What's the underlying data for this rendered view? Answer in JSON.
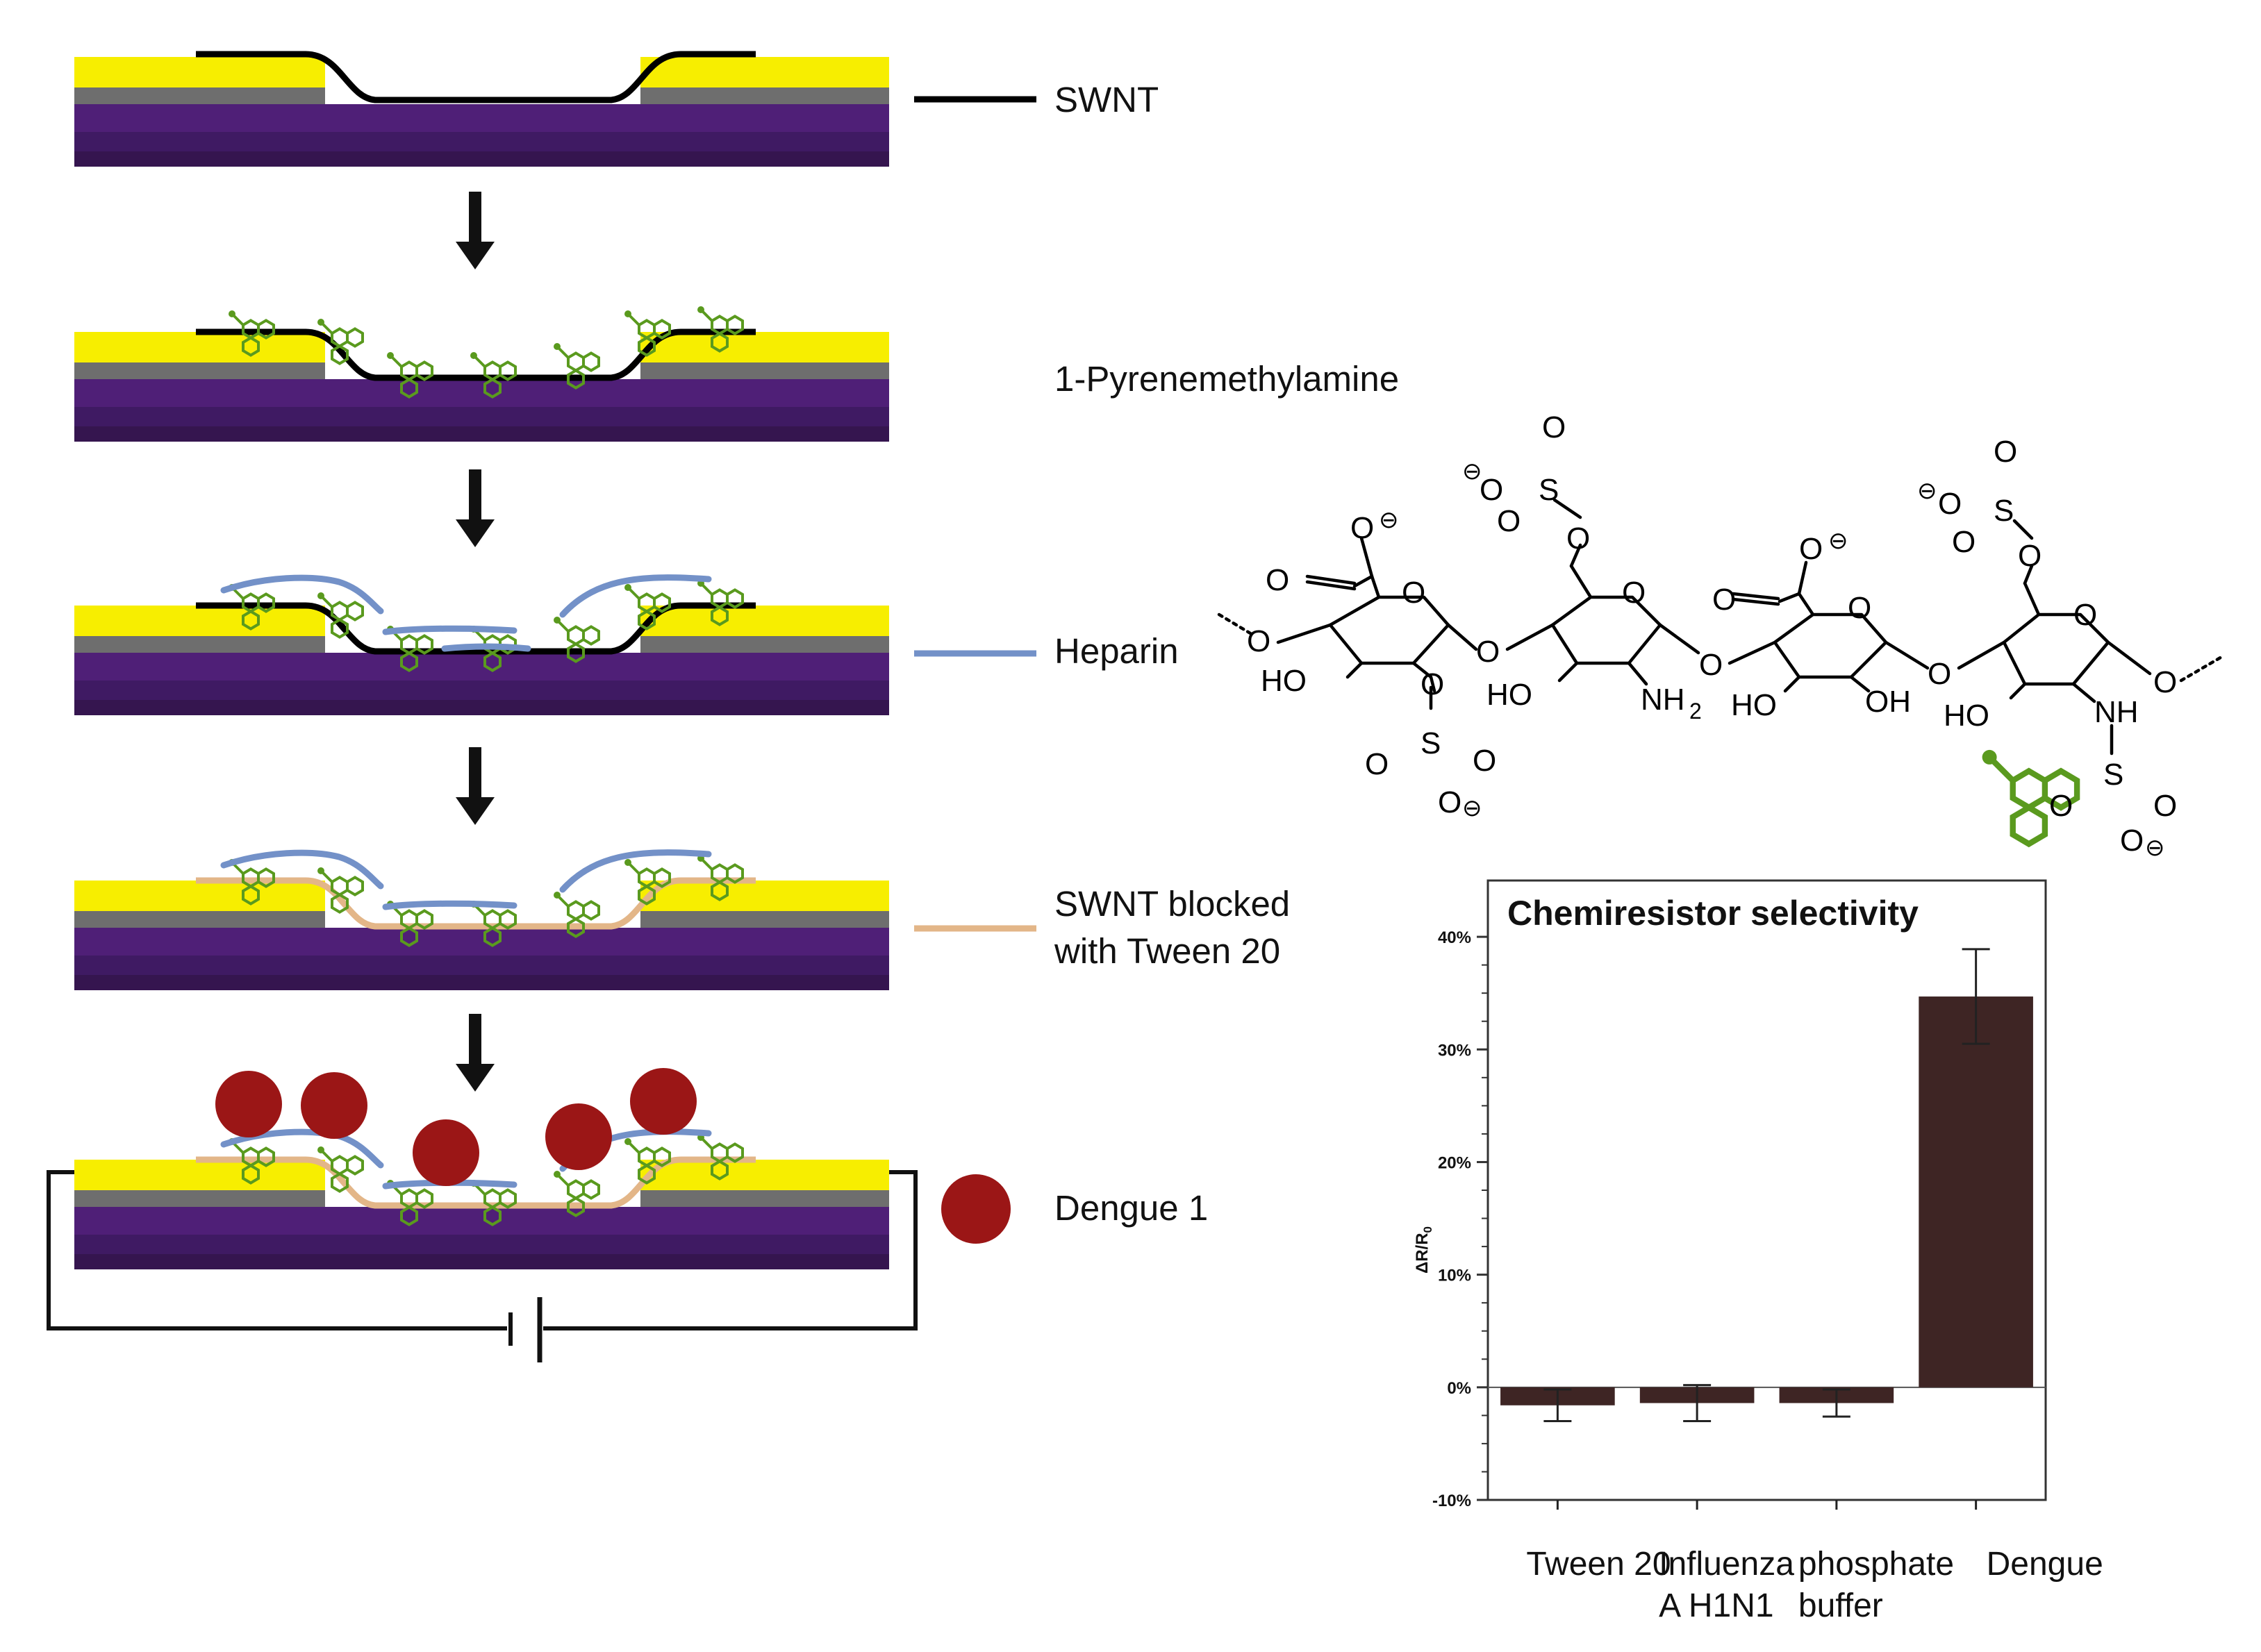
{
  "legend": {
    "swnt": "SWNT",
    "pyrene": "1-Pyrenemethylamine",
    "heparin": "Heparin",
    "blocked_line1": "SWNT blocked",
    "blocked_line2": "with Tween 20",
    "dengue": "Dengue 1"
  },
  "colors": {
    "gold": "#f7ee00",
    "gray": "#6e6e6e",
    "purple_light": "#4f1f77",
    "purple_mid": "#3f1a63",
    "purple_dark": "#35154f",
    "swnt": "#000000",
    "pyrene": "#5a9a1e",
    "heparin": "#7391c8",
    "tween": "#e3b688",
    "dengue": "#9b1616",
    "bar": "#3e2524"
  },
  "molecule": {
    "atoms": {
      "o_glyco1": "O",
      "o_glyco2": "O",
      "o_glyco3": "O",
      "o_glyco4": "O",
      "o_glyco5": "O",
      "o_ring1": "O",
      "o_ring2": "O",
      "o_ring3": "O",
      "o_ring4": "O",
      "o_co1": "O",
      "o_coo1": "O",
      "o_co2": "O",
      "o_coo2": "O",
      "o_s1_link": "O",
      "o_s1_a": "O",
      "o_s1_b": "O",
      "o_s1_c": "O",
      "o_s2_link": "O",
      "o_s2_a": "O",
      "o_s2_b": "O",
      "o_s2_c": "O",
      "o_s3_link": "O",
      "o_s3_a": "O",
      "o_s3_b": "O",
      "o_s3_c": "O",
      "o_s4_a": "O",
      "o_s4_b": "O",
      "o_s4_c": "O",
      "s1": "S",
      "s2": "S",
      "s3": "S",
      "s4": "S",
      "ho1": "HO",
      "ho2": "HO",
      "ho3": "HO",
      "ho4": "HO",
      "oh1": "OH",
      "nh2": "NH",
      "nh2_sub": "2",
      "nh": "NH",
      "minus": "⊖"
    }
  },
  "chart_data": {
    "type": "bar",
    "title": "Chemiresistor selectivity",
    "ylabel": "ΔR/R",
    "ylabel_sub": "0",
    "categories": [
      "Tween 20",
      "Influenza A H1N1",
      "phosphate buffer",
      "Dengue"
    ],
    "category_lines": [
      [
        "Tween 20"
      ],
      [
        "Influenza",
        "A H1N1"
      ],
      [
        "phosphate",
        "buffer"
      ],
      [
        "Dengue"
      ]
    ],
    "values": [
      -1.6,
      -1.4,
      -1.4,
      34.7
    ],
    "errors": [
      1.4,
      1.6,
      1.2,
      4.2
    ],
    "ylim": [
      -10,
      45
    ],
    "yticks": [
      -10,
      0,
      10,
      20,
      30,
      40
    ],
    "ytick_labels": [
      "-10%",
      "0%",
      "10%",
      "20%",
      "30%",
      "40%"
    ],
    "bar_color": "#3e2524"
  }
}
